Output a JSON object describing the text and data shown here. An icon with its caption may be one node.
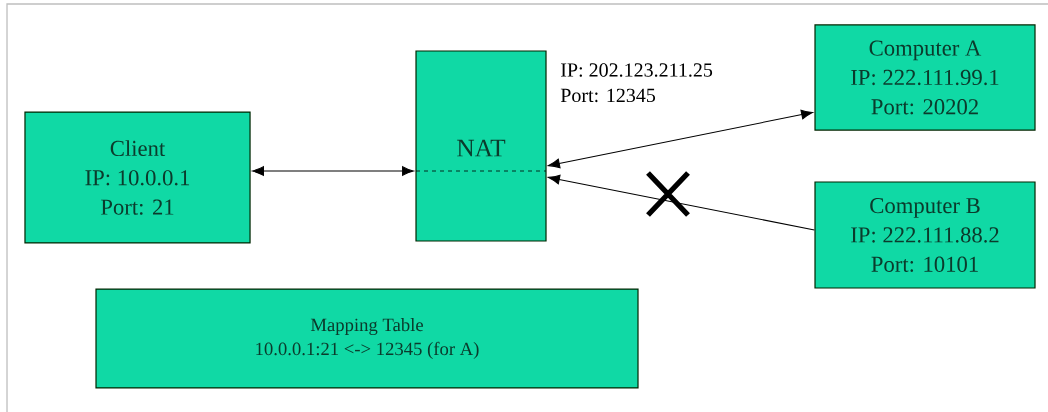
{
  "diagram": {
    "nodes": [
      {
        "text": [
          "Client",
          "IP: 10.0.0.1",
          "Port: 21"
        ]
      },
      {
        "text": [
          "NAT"
        ],
        "beside": [
          "IP: 202.123.211.25",
          "Port: 12345"
        ]
      },
      {
        "text": [
          "Computer A",
          "IP: 222.111.99.1",
          "Port: 20202"
        ]
      },
      {
        "text": [
          "Computer B",
          "IP: 222.111.88.2",
          "Port: 10101"
        ]
      },
      {
        "text": [
          "Mapping Table",
          "10.0.0.1:21 <-> 12345 (for  A)"
        ]
      }
    ],
    "edges": [
      {
        "from": 0,
        "to": 1,
        "arrow": "both"
      },
      {
        "from": 1,
        "to": 2,
        "arrow": "both"
      },
      {
        "from": 3,
        "to": 1,
        "arrow": "to"
      }
    ]
  }
}
